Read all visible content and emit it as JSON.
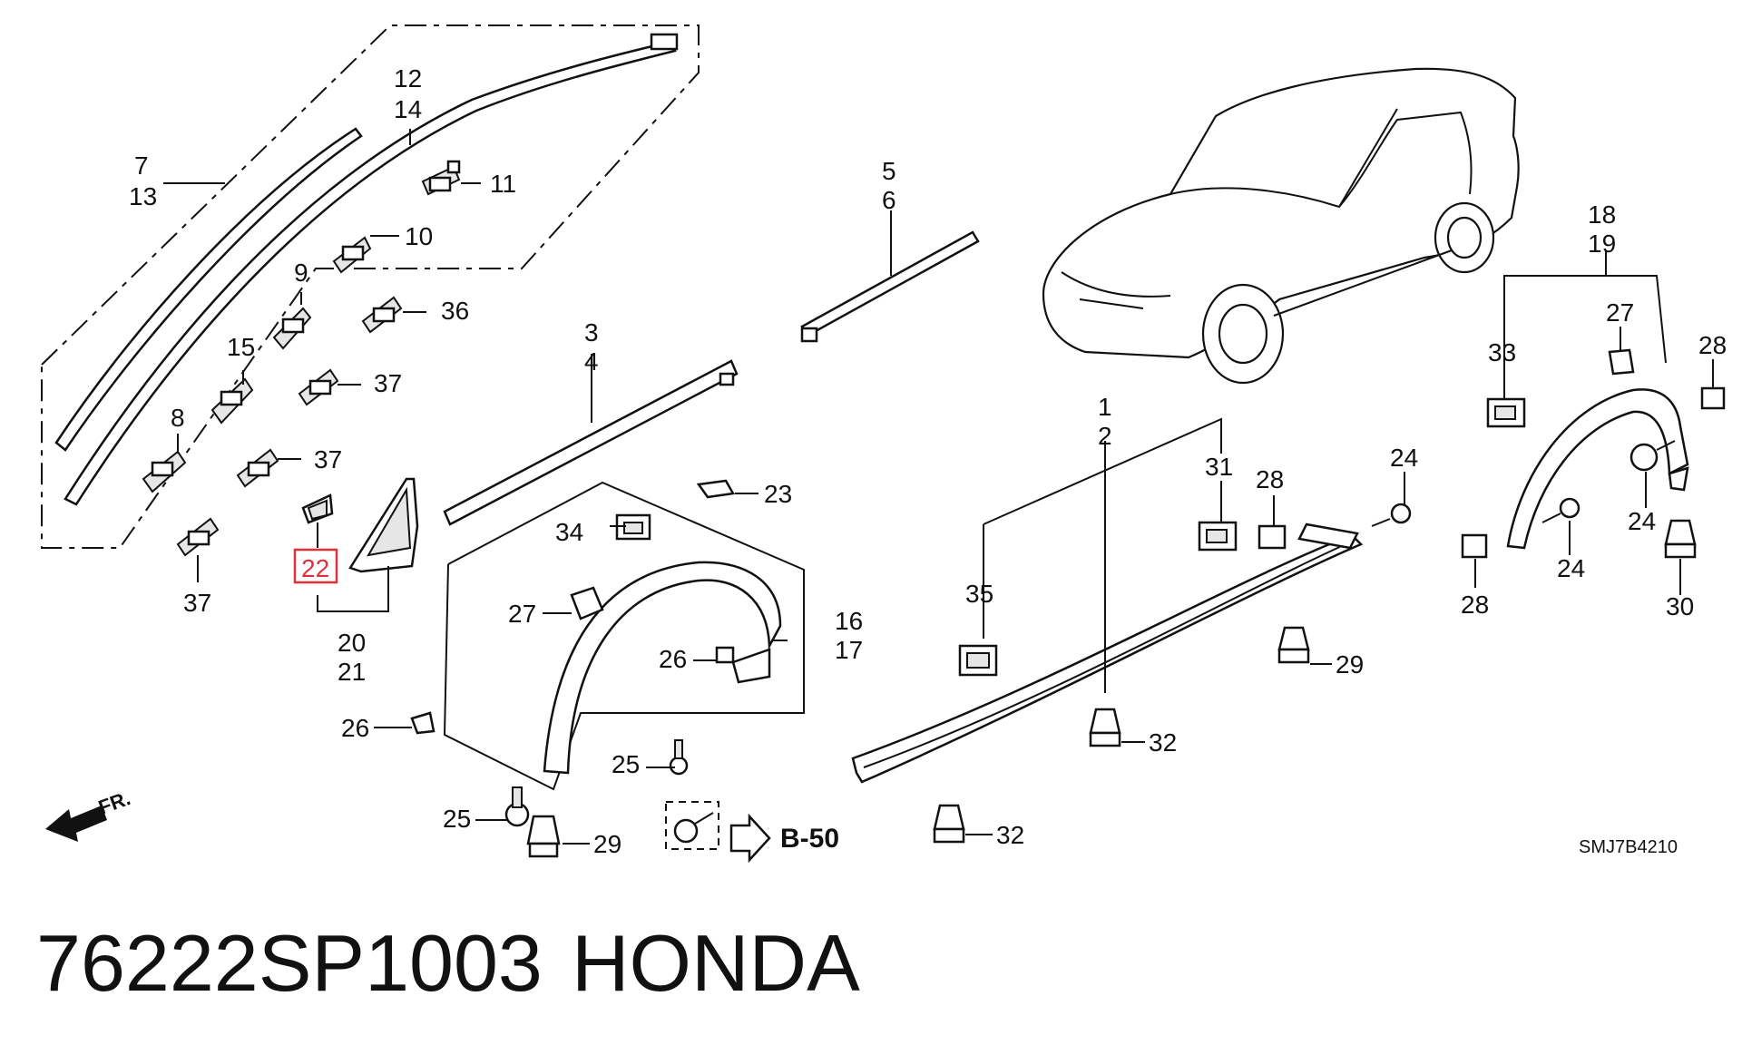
{
  "diagram": {
    "labels": {
      "c1": "1",
      "c2": "2",
      "c3": "3",
      "c4": "4",
      "c5": "5",
      "c6": "6",
      "c7": "7",
      "c13": "13",
      "c8": "8",
      "c9": "9",
      "c10": "10",
      "c11": "11",
      "c12": "12",
      "c14": "14",
      "c15": "15",
      "c16": "16",
      "c17": "17",
      "c18": "18",
      "c19": "19",
      "c20": "20",
      "c21": "21",
      "c22": "22",
      "c23": "23",
      "c24a": "24",
      "c24b": "24",
      "c24c": "24",
      "c25a": "25",
      "c25b": "25",
      "c26a": "26",
      "c26b": "26",
      "c27a": "27",
      "c27b": "27",
      "c28a": "28",
      "c28b": "28",
      "c28c": "28",
      "c29a": "29",
      "c29b": "29",
      "c30": "30",
      "c31": "31",
      "c32a": "32",
      "c32b": "32",
      "c33": "33",
      "c34": "34",
      "c35": "35",
      "c36": "36",
      "c37a": "37",
      "c37b": "37",
      "c37c": "37"
    },
    "arrow_fr": "FR.",
    "ref_b50": "B-50",
    "code": "SMJ7B4210",
    "highlight_color": "#e0303a"
  },
  "footer": {
    "part_number": "76222SP1003",
    "brand": "HONDA"
  }
}
